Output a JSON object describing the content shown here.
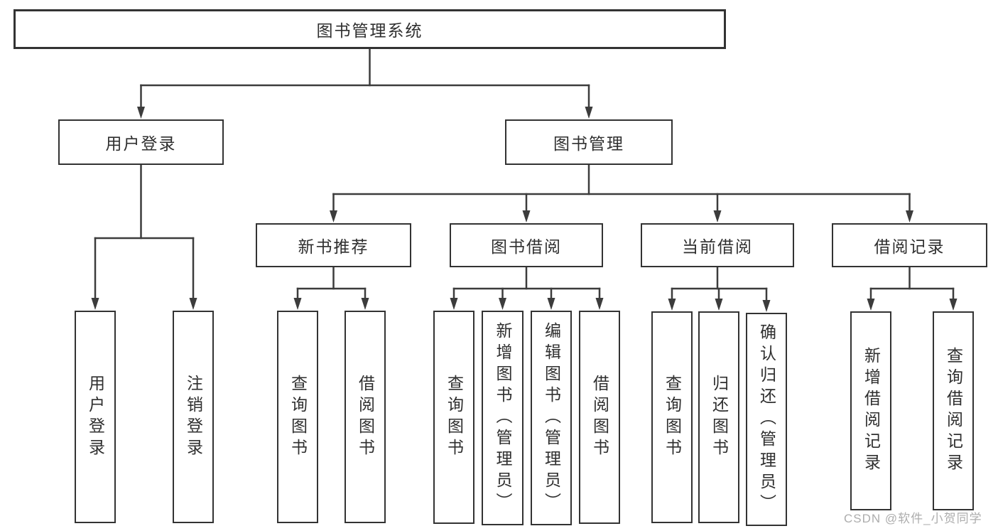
{
  "colors": {
    "background": "#ffffff",
    "line": "#3c3c3c",
    "box_border": "#333333",
    "text": "#2f2f2f",
    "watermark": "#adadad"
  },
  "watermark": {
    "text": "CSDN @软件_小贺同学"
  },
  "nodes": [
    {
      "id": "root",
      "label": "图书管理系统",
      "parent": null
    },
    {
      "id": "user-login",
      "label": "用户登录",
      "parent": "root"
    },
    {
      "id": "book-mgmt",
      "label": "图书管理",
      "parent": "root"
    },
    {
      "id": "login",
      "label": "用户登录",
      "parent": "user-login"
    },
    {
      "id": "logout",
      "label": "注销登录",
      "parent": "user-login"
    },
    {
      "id": "new-book-rec",
      "label": "新书推荐",
      "parent": "book-mgmt"
    },
    {
      "id": "book-borrow",
      "label": "图书借阅",
      "parent": "book-mgmt"
    },
    {
      "id": "current-borrow",
      "label": "当前借阅",
      "parent": "book-mgmt"
    },
    {
      "id": "borrow-records",
      "label": "借阅记录",
      "parent": "book-mgmt"
    },
    {
      "id": "rec-query-book",
      "label": "查询图书",
      "parent": "new-book-rec"
    },
    {
      "id": "rec-borrow-book",
      "label": "借阅图书",
      "parent": "new-book-rec"
    },
    {
      "id": "bb-query-book",
      "label": "查询图书",
      "parent": "book-borrow"
    },
    {
      "id": "bb-add-book",
      "label": "新增图书（管理员）",
      "parent": "book-borrow"
    },
    {
      "id": "bb-edit-book",
      "label": "编辑图书（管理员）",
      "parent": "book-borrow"
    },
    {
      "id": "bb-borrow-book",
      "label": "借阅图书",
      "parent": "book-borrow"
    },
    {
      "id": "cb-query-book",
      "label": "查询图书",
      "parent": "current-borrow"
    },
    {
      "id": "cb-return-book",
      "label": "归还图书",
      "parent": "current-borrow"
    },
    {
      "id": "cb-confirm-return",
      "label": "确认归还（管理员）",
      "parent": "current-borrow"
    },
    {
      "id": "br-add-record",
      "label": "新增借阅记录",
      "parent": "borrow-records"
    },
    {
      "id": "br-query-record",
      "label": "查询借阅记录",
      "parent": "borrow-records"
    }
  ]
}
